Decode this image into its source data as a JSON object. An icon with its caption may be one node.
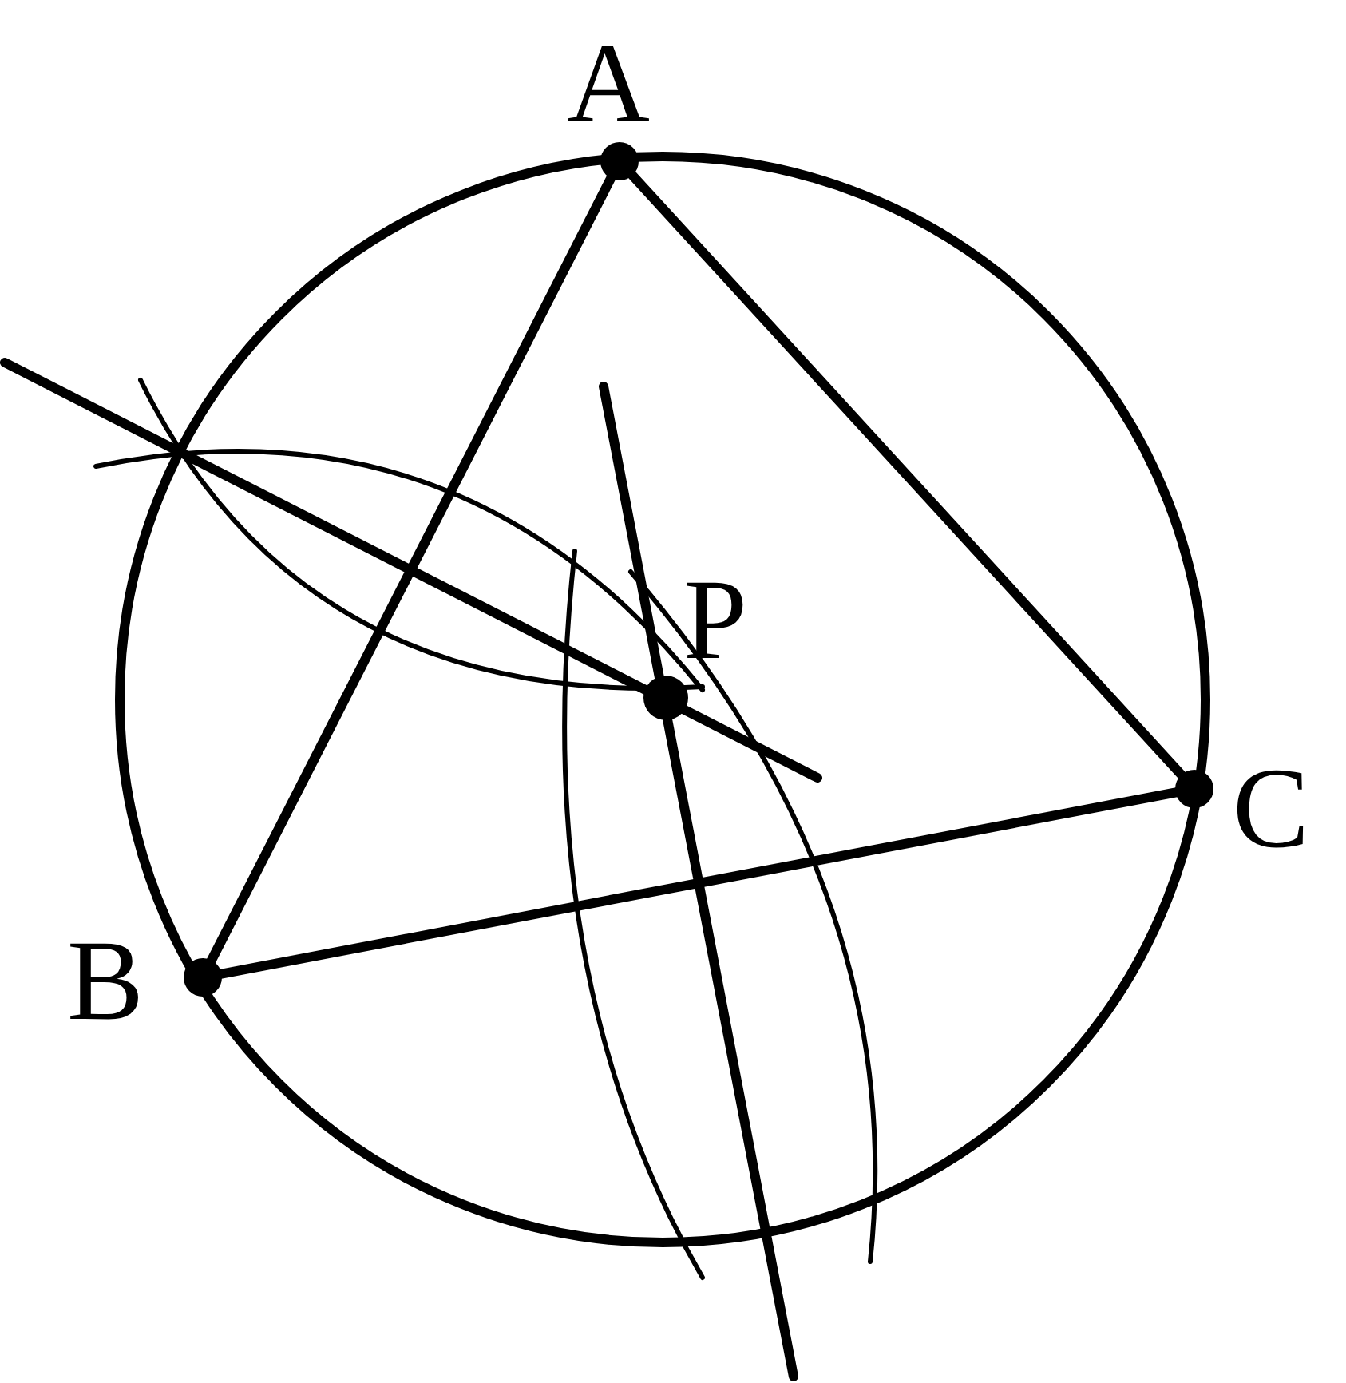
{
  "diagram": {
    "labels": [
      "A",
      "P",
      "C",
      "B"
    ]
  }
}
